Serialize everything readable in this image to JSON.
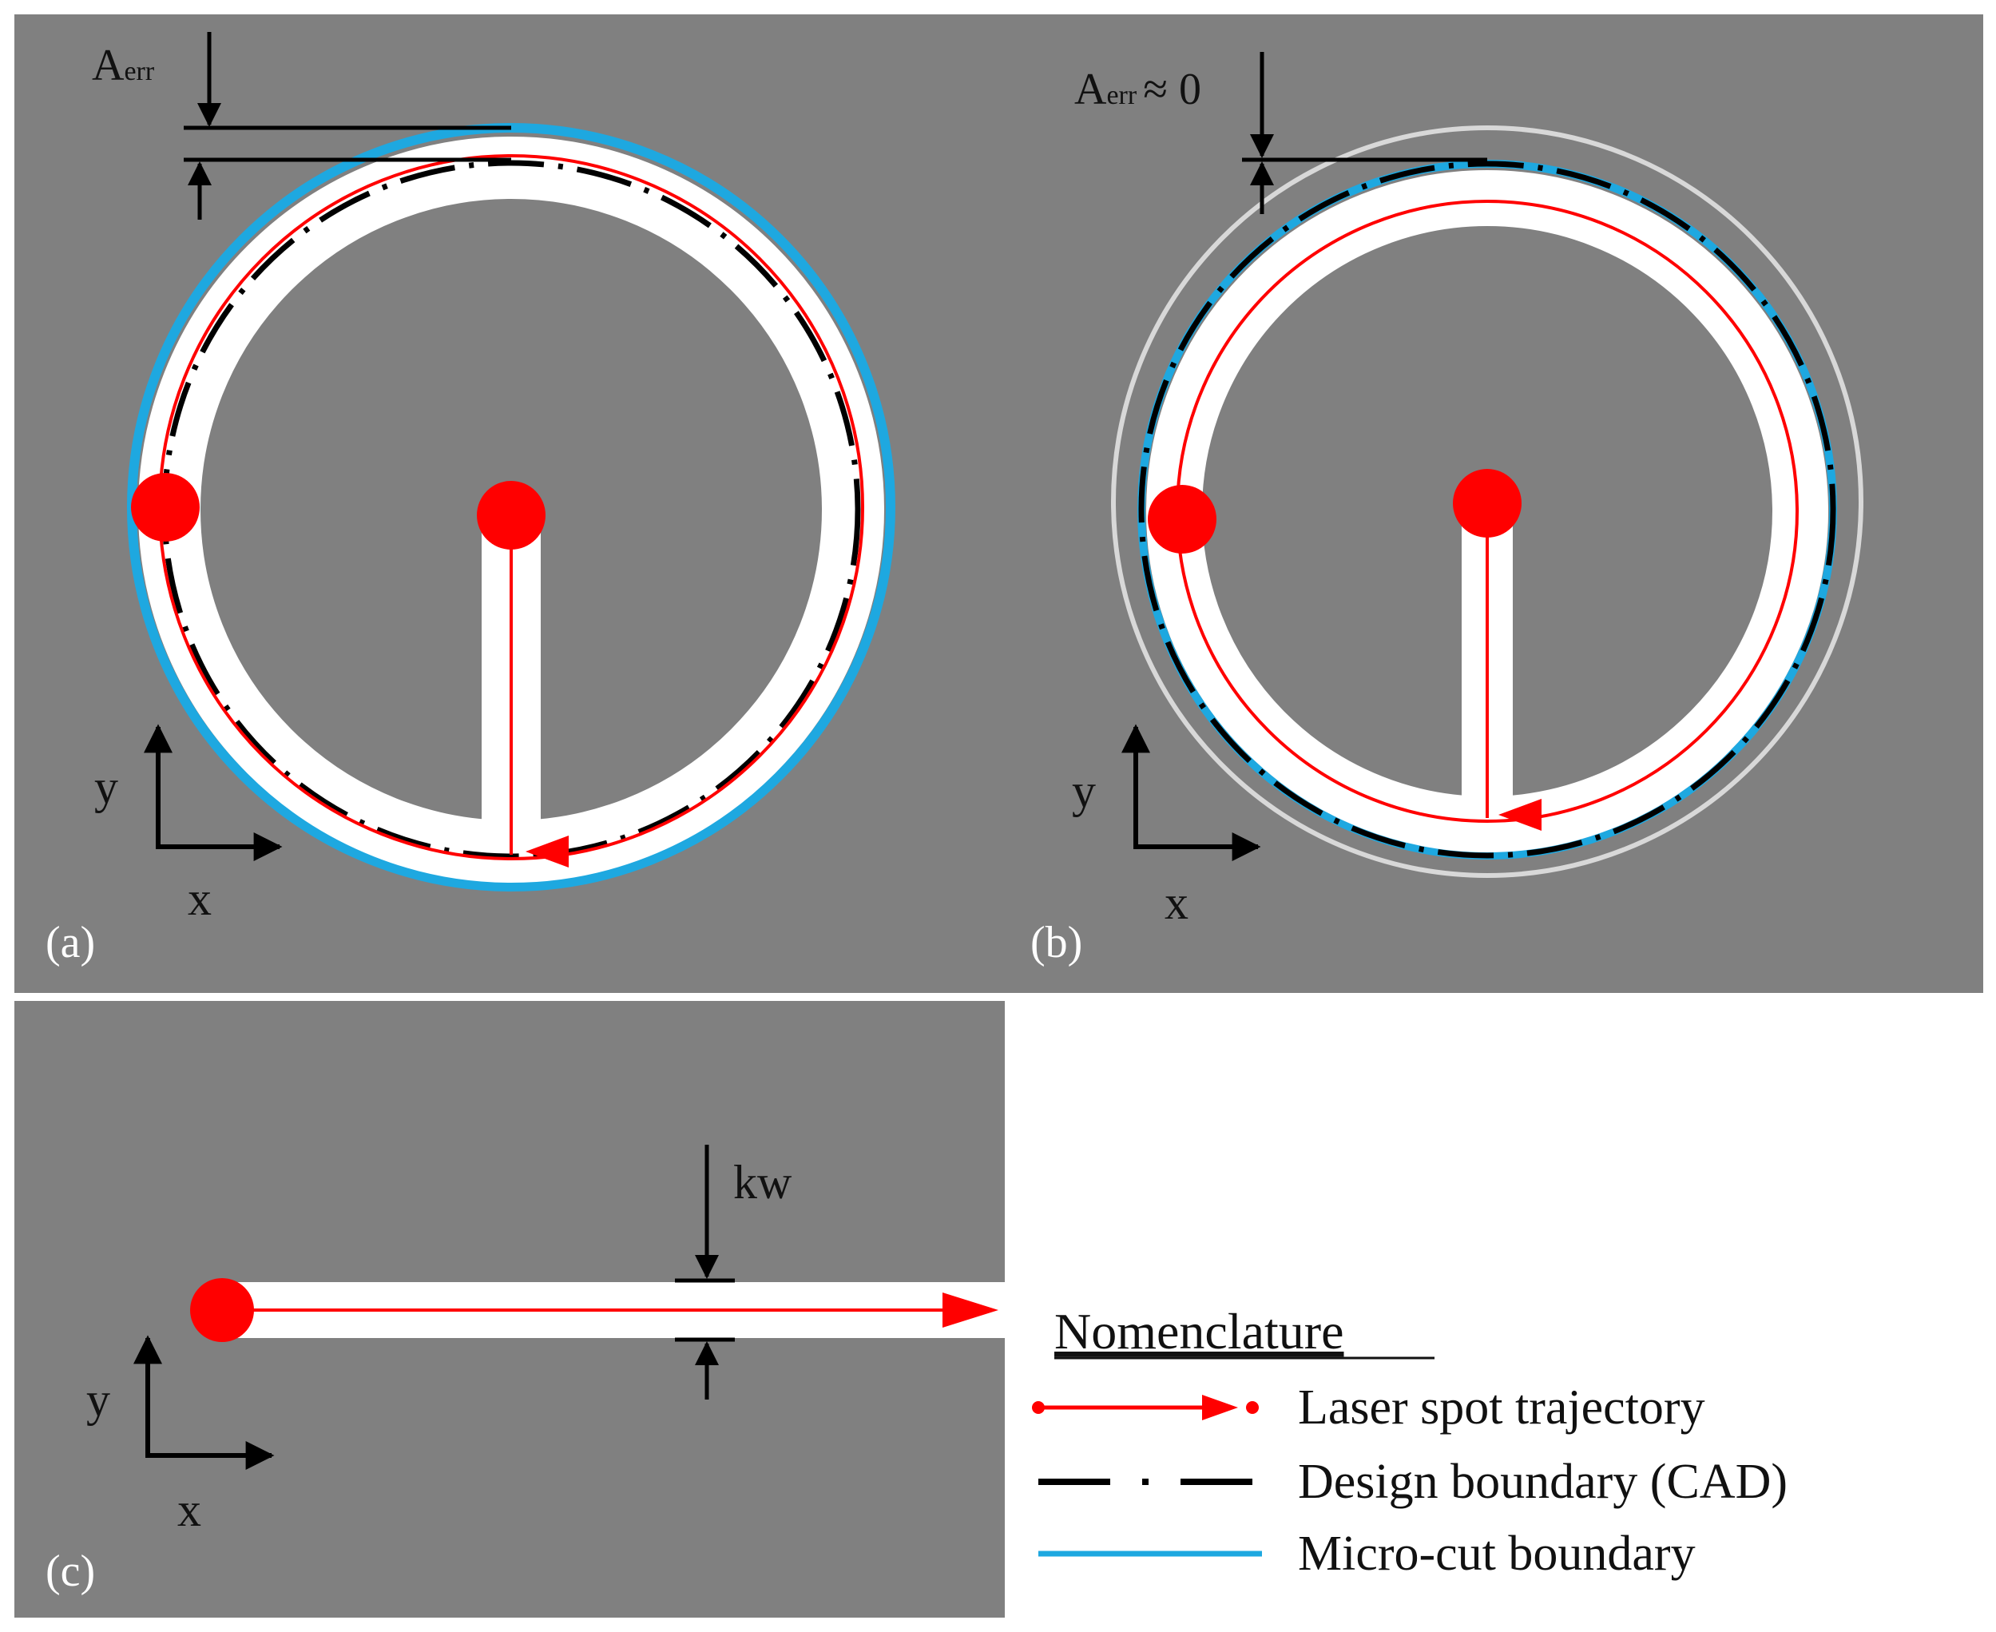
{
  "colors": {
    "background": "#808080",
    "slot": "#ffffff",
    "laser": "#ff0000",
    "design": "#000000",
    "microcut": "#1ea8e0",
    "ghost_circle": "#d8d8d8",
    "page": "#ffffff"
  },
  "panels": {
    "a": {
      "label": "(a)",
      "error_prefix": "A",
      "error_sub": "err",
      "error_suffix": ""
    },
    "b": {
      "label": "(b)",
      "error_prefix": "A",
      "error_sub": "err",
      "error_suffix": "≈ 0"
    },
    "c": {
      "label": "(c)",
      "width_label": "kw"
    }
  },
  "axes": {
    "x": "x",
    "y": "y"
  },
  "legend": {
    "title": "Nomenclature",
    "items": [
      {
        "key": "laser",
        "label": "Laser spot trajectory"
      },
      {
        "key": "design",
        "label": "Design boundary (CAD)"
      },
      {
        "key": "microcut",
        "label": "Micro-cut boundary"
      }
    ]
  }
}
